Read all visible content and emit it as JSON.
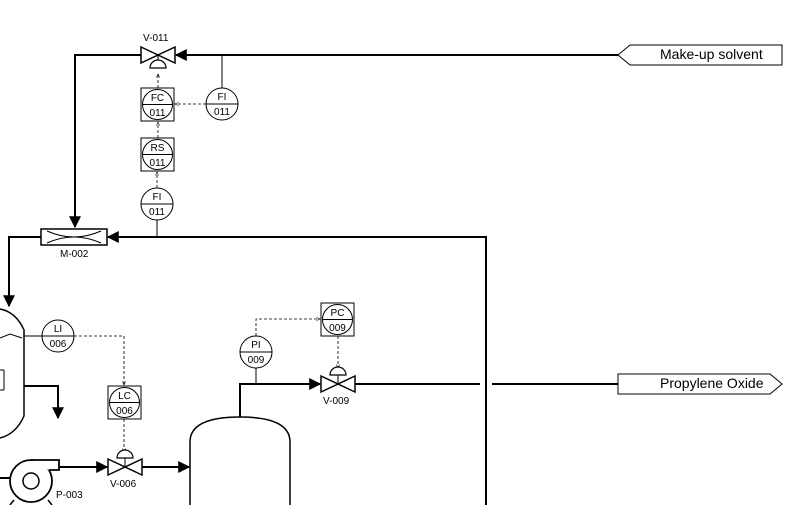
{
  "streams": {
    "makeup": "Make-up solvent",
    "product": "Propylene Oxide"
  },
  "equipment": {
    "v011": "V-011",
    "m002": "M-002",
    "v009": "V-009",
    "v006": "V-006",
    "p003": "P-003"
  },
  "instruments": {
    "fc011": {
      "tag": "FC",
      "num": "011"
    },
    "fi011_top": {
      "tag": "FI",
      "num": "011"
    },
    "rs011": {
      "tag": "RS",
      "num": "011"
    },
    "fi011_low": {
      "tag": "FI",
      "num": "011"
    },
    "li006": {
      "tag": "LI",
      "num": "006"
    },
    "lc006": {
      "tag": "LC",
      "num": "006"
    },
    "pi009": {
      "tag": "PI",
      "num": "009"
    },
    "pc009": {
      "tag": "PC",
      "num": "009"
    }
  }
}
